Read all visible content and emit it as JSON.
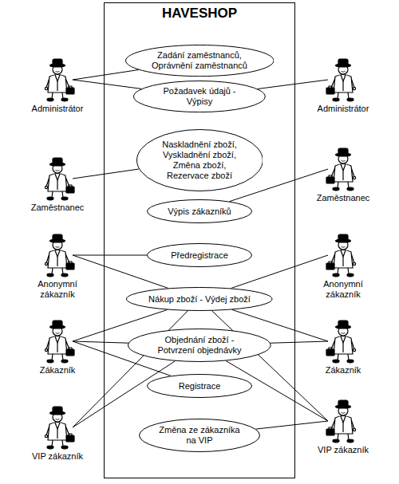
{
  "diagram": {
    "nodes": [
      {
        "text": [
          "HAVESHOP"
        ]
      },
      {
        "text": [
          "Zadání zaměstnanců, Oprávnění zaměstnanců"
        ],
        "in": 0
      },
      {
        "text": [
          "Požadavek údajů - Výpisy"
        ],
        "in": 0
      },
      {
        "text": [
          "Naskladnění zboží, Vyskladnění zboží, Změna zboží, Rezervace zboží"
        ],
        "in": 0
      },
      {
        "text": [
          "Výpis zákazníků"
        ],
        "in": 0
      },
      {
        "text": [
          "Předregistrace"
        ],
        "in": 0
      },
      {
        "text": [
          "Nákup zboží - Výdej zboží"
        ],
        "in": 0
      },
      {
        "text": [
          "Objednání zboží - Potvrzení objednávky"
        ],
        "in": 0
      },
      {
        "text": [
          "Registrace"
        ],
        "in": 0
      },
      {
        "text": [
          "Změna ze zákazníka na VIP"
        ],
        "in": 0
      },
      {
        "text": [
          "Administrátor"
        ]
      },
      {
        "text": [
          "Zaměstnanec"
        ]
      },
      {
        "text": [
          "Anonymní zákazník"
        ]
      },
      {
        "text": [
          "Zákazník"
        ]
      },
      {
        "text": [
          "VIP zákazník"
        ]
      },
      {
        "text": [
          "Administrátor"
        ]
      },
      {
        "text": [
          "Zaměstnanec"
        ]
      },
      {
        "text": [
          "Anonymní zákazník"
        ]
      },
      {
        "text": [
          "Zákazník"
        ]
      },
      {
        "text": [
          "VIP zákazník"
        ]
      }
    ],
    "edges": [
      {
        "from": 10,
        "to": 1,
        "arrow": "none"
      },
      {
        "from": 10,
        "to": 2,
        "arrow": "none"
      },
      {
        "from": 15,
        "to": 2,
        "arrow": "none"
      },
      {
        "from": 11,
        "to": 3,
        "arrow": "none"
      },
      {
        "from": 16,
        "to": 4,
        "arrow": "none"
      },
      {
        "from": 12,
        "to": 5,
        "arrow": "none"
      },
      {
        "from": 12,
        "to": 6,
        "arrow": "none"
      },
      {
        "from": 17,
        "to": 6,
        "arrow": "none"
      },
      {
        "from": 13,
        "to": 6,
        "arrow": "none"
      },
      {
        "from": 13,
        "to": 7,
        "arrow": "none"
      },
      {
        "from": 13,
        "to": 8,
        "arrow": "none"
      },
      {
        "from": 18,
        "to": 6,
        "arrow": "none"
      },
      {
        "from": 18,
        "to": 7,
        "arrow": "none"
      },
      {
        "from": 14,
        "to": 6,
        "arrow": "none"
      },
      {
        "from": 14,
        "to": 7,
        "arrow": "none"
      },
      {
        "from": 19,
        "to": 6,
        "arrow": "none"
      },
      {
        "from": 19,
        "to": 7,
        "arrow": "none"
      },
      {
        "from": 19,
        "to": 9,
        "arrow": "none"
      }
    ]
  }
}
